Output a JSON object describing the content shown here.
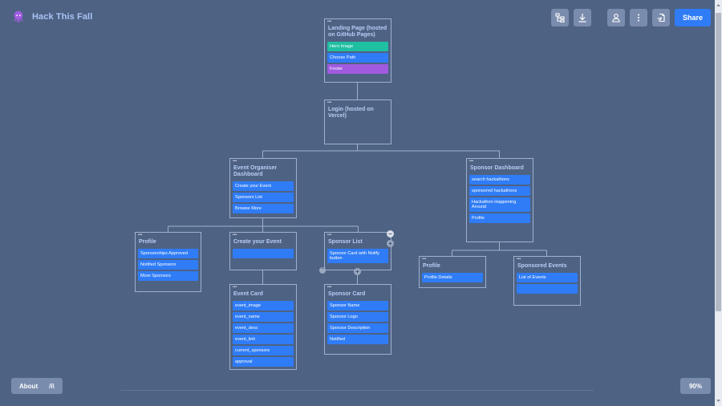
{
  "app": {
    "title": "Hack This Fall",
    "about_label": "About",
    "about_glyph": "/i\\",
    "zoom": "90%"
  },
  "toolbar": {
    "share_label": "Share"
  },
  "nodes": {
    "landing": {
      "title": "Landing Page (hosted on GitHub Pages)",
      "items": [
        "Hero Image",
        "Choose Path",
        "Footer"
      ]
    },
    "login": {
      "title": "Login (hosted on Vercel)"
    },
    "organiser": {
      "title": "Event Organiser Dashboard",
      "items": [
        "Create your Event",
        "Sponsors List",
        "Browse More"
      ]
    },
    "sponsor_dash": {
      "title": "Sponsor Dashboard",
      "items": [
        "search hackathons",
        "sponsored hackathons",
        "Hackathon Happening Around",
        "Profile"
      ]
    },
    "profile_left": {
      "title": "Profile",
      "items": [
        "Sponsorships Approved",
        "Notified Sponsors",
        "More Sponsors"
      ]
    },
    "create_event": {
      "title": "Create your Event",
      "items": [
        ""
      ]
    },
    "sponsor_list": {
      "title": "Sponsor List",
      "items": [
        "Sponsor Card with Notify button"
      ]
    },
    "event_card": {
      "title": "Event Card",
      "items": [
        "event_image",
        "event_name",
        "event_desc",
        "event_link",
        "current_sponsors",
        "approval"
      ]
    },
    "sponsor_card": {
      "title": "Sponsor Card",
      "items": [
        "Sponsor Name",
        "Sponsor Logo",
        "Sponsor Description",
        "Notified"
      ]
    },
    "profile_right": {
      "title": "Profile",
      "items": [
        "Profile Details"
      ]
    },
    "sponsored_events": {
      "title": "Sponsored Events",
      "items": [
        "List of Events",
        ""
      ]
    }
  }
}
